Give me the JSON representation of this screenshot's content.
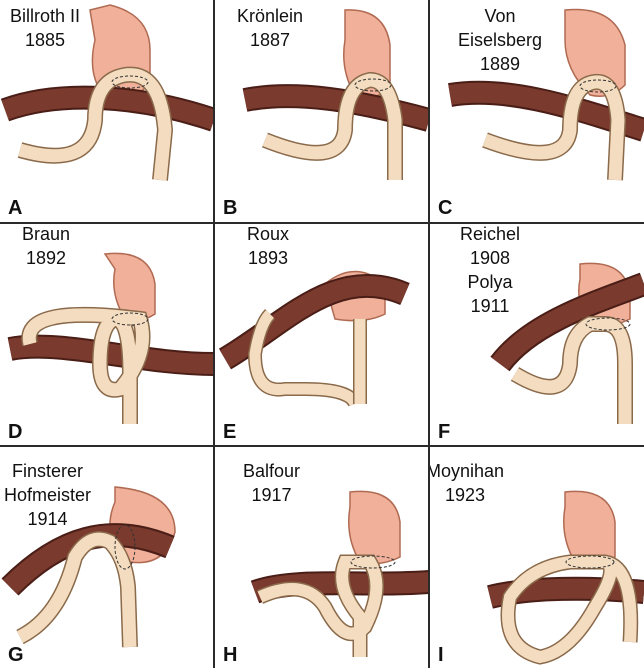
{
  "colors": {
    "stomach": "#f0b09a",
    "stomach_stroke": "#b06a52",
    "colon": "#7a3a2e",
    "colon_dark": "#4a1e16",
    "bowel": "#f3dcc0",
    "bowel_stroke": "#8a6a4a",
    "divider": "#2a2a2a"
  },
  "panels": [
    {
      "letter": "A",
      "caption": [
        "Billroth II",
        "1885"
      ]
    },
    {
      "letter": "B",
      "caption": [
        "Krönlein",
        "1887"
      ]
    },
    {
      "letter": "C",
      "caption": [
        "Von",
        "Eiselsberg",
        "1889"
      ]
    },
    {
      "letter": "D",
      "caption": [
        "Braun",
        "1892"
      ]
    },
    {
      "letter": "E",
      "caption": [
        "Roux",
        "1893"
      ]
    },
    {
      "letter": "F",
      "caption": [
        "Reichel",
        "1908",
        "Polya",
        "1911"
      ]
    },
    {
      "letter": "G",
      "caption": [
        "Finsterer",
        "Hofmeister",
        "1914"
      ]
    },
    {
      "letter": "H",
      "caption": [
        "Balfour",
        "1917"
      ]
    },
    {
      "letter": "I",
      "caption": [
        "Moynihan",
        "1923"
      ]
    }
  ]
}
